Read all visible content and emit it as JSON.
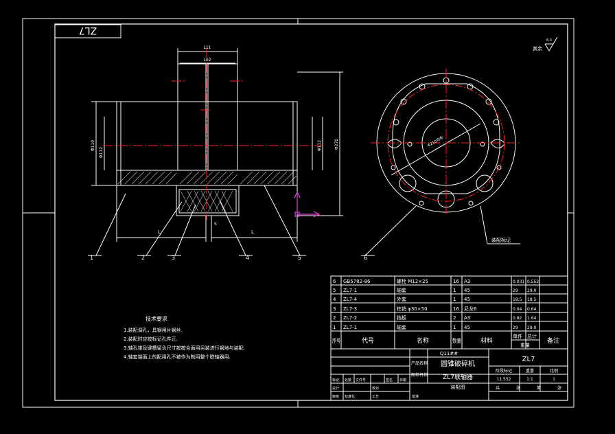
{
  "title_box": {
    "code": "ZL7"
  },
  "roughness": {
    "label": "其余",
    "value": "6.3"
  },
  "front_view": {
    "dims": {
      "top_outer": "L11",
      "top_inner": "L02",
      "left_outer": "Φ110",
      "left_inner": "Φ112",
      "right_inner": "Φ112",
      "right_outer": "Φ270",
      "bottom_left": "L",
      "bottom_right": "L",
      "gap": "S"
    },
    "balloons": [
      "1",
      "2",
      "3",
      "4",
      "5"
    ]
  },
  "side_view": {
    "dia_label": "Φ210均布",
    "leader_text": "装配标记",
    "balloon": "6"
  },
  "tech_requirements": {
    "title": "技术要求",
    "items": [
      "1.装配调孔，具钢用片钢丝.",
      "2.装配时应按标记孔件正.",
      "3.轴孔锥及键槽留负尺寸按按合面用另装进行钢地与装配.",
      "4.轴套端面上的配用孔不被作为制用整个联轴器用."
    ]
  },
  "bom": {
    "rows": [
      {
        "no": "6",
        "code": "GB5782-86",
        "name": "螺栓 M12×25",
        "qty": "16",
        "mat": "A3",
        "w1": "0.031",
        "w2": "0.552"
      },
      {
        "no": "5",
        "code": "ZL7-1",
        "name": "轴套",
        "qty": "1",
        "mat": "45",
        "w1": "29",
        "w2": "29.0"
      },
      {
        "no": "4",
        "code": "ZL7-4",
        "name": "外套",
        "qty": "1",
        "mat": "45",
        "w1": "18.5",
        "w2": "18.5"
      },
      {
        "no": "3",
        "code": "ZL7-3",
        "name": "柱销 φ30×50",
        "qty": "16",
        "mat": "尼龙6",
        "w1": "0.04",
        "w2": "0.64"
      },
      {
        "no": "2",
        "code": "ZL7-2",
        "name": "挡板",
        "qty": "2",
        "mat": "A3",
        "w1": "0.82",
        "w2": "1.64"
      },
      {
        "no": "1",
        "code": "ZL7-1",
        "name": "轴套",
        "qty": "1",
        "mat": "45",
        "w1": "29",
        "w2": "29.0"
      }
    ],
    "header": {
      "no": "序号",
      "code": "代号",
      "name": "名称",
      "qty": "数量",
      "mat": "材料",
      "unit_w": "单件",
      "total_w": "总计",
      "weight": "重量",
      "note": "备注"
    }
  },
  "title_block": {
    "project": "Q11##",
    "product_label": "产品名称",
    "product_name": "圆锥破碎机",
    "part_label": "图样名称",
    "part_name": "ZL7联轴器",
    "doc_label": "装配图",
    "drawing_no": "ZL7",
    "stage_header": [
      "阶段标记",
      "重量",
      "比例"
    ],
    "stage_values": [
      "11.552",
      "1:1",
      "1"
    ],
    "bottom_cells": [
      "共",
      "张",
      "第",
      "张"
    ],
    "approval_labels": [
      "标记",
      "处数",
      "文件号",
      "签名",
      "日期",
      "设计",
      "校对",
      "审核",
      "标准化",
      "工艺",
      "批准"
    ]
  },
  "colors": {
    "line": "#ffffff",
    "center": "#ff2020",
    "ucs": "#e040e0"
  }
}
